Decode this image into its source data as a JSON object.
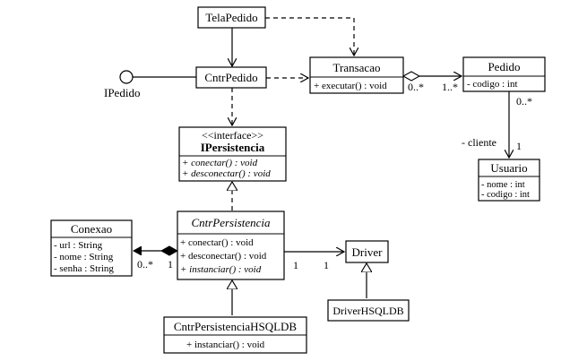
{
  "classes": {
    "tela_pedido": {
      "name": "TelaPedido"
    },
    "cntr_pedido": {
      "name": "CntrPedido"
    },
    "transacao": {
      "name": "Transacao",
      "operations": [
        "+ executar() : void"
      ]
    },
    "pedido": {
      "name": "Pedido",
      "attributes": [
        "- codigo : int"
      ]
    },
    "usuario": {
      "name": "Usuario",
      "attributes": [
        "- nome : int",
        "- codigo : int"
      ]
    },
    "ipersistencia": {
      "stereotype": "<<interface>>",
      "name": "IPersistencia",
      "operations": [
        "+ conectar() : void",
        "+ desconectar() : void"
      ]
    },
    "conexao": {
      "name": "Conexao",
      "attributes": [
        "- url : String",
        "- nome : String",
        "- senha : String"
      ]
    },
    "cntr_persistencia": {
      "name": "CntrPersistencia",
      "operations": [
        "+ conectar() : void",
        "+ desconectar() : void",
        "+ instanciar() : void"
      ]
    },
    "driver": {
      "name": "Driver"
    },
    "driver_hsqldb": {
      "name": "DriverHSQLDB"
    },
    "cntr_persistencia_hsqldb": {
      "name": "CntrPersistenciaHSQLDB",
      "operations": [
        "+ instanciar() : void"
      ]
    }
  },
  "interface_lollipop": {
    "label": "IPedido"
  },
  "multiplicities": {
    "transacao_pedido_source": "0..*",
    "transacao_pedido_target": "1..*",
    "pedido_usuario_source": "0..*",
    "pedido_usuario_target": "1",
    "pedido_usuario_role": "- cliente",
    "conexao_end": "0..*",
    "persistencia_end": "1",
    "driver_source": "1",
    "driver_target": "1"
  }
}
